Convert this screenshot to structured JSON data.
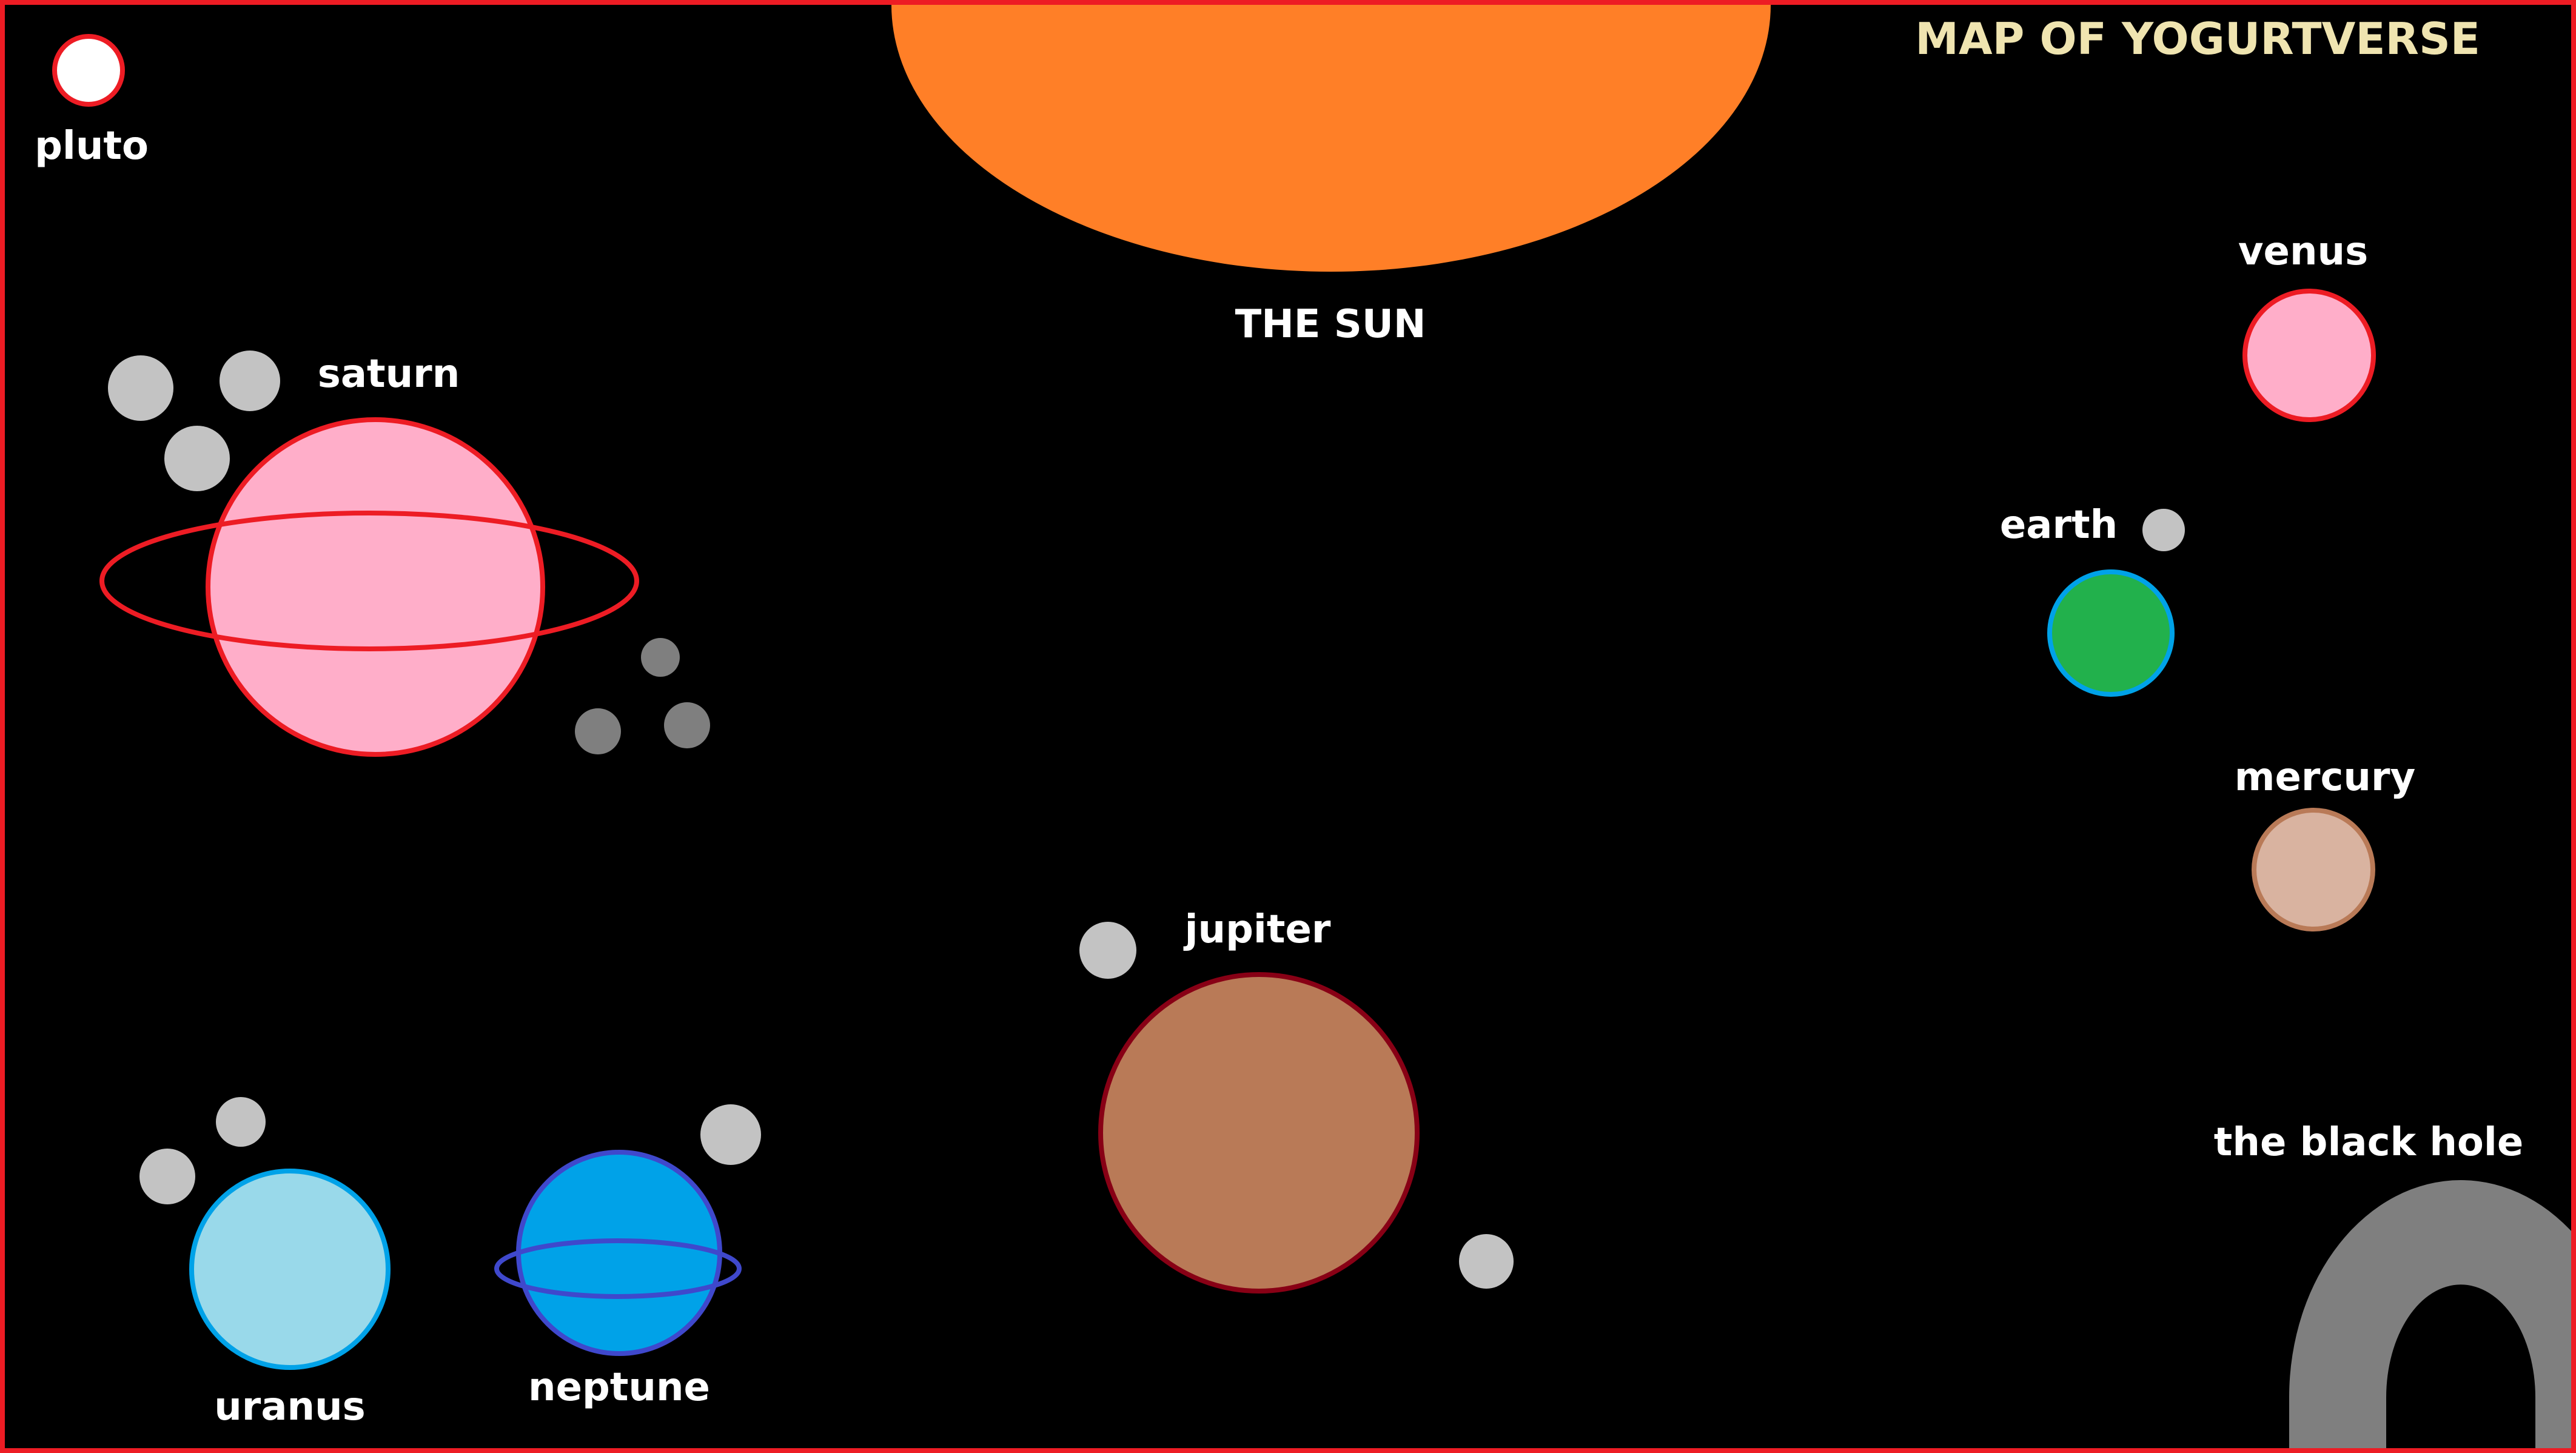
{
  "title": "MAP OF YOGURTVERSE",
  "colors": {
    "background": "#000000",
    "frame": "#ed1c24",
    "title": "#efe4b0",
    "label": "#ffffff",
    "moon_light": "#c3c3c3",
    "moon_dark": "#7f7f7f"
  },
  "bodies": {
    "sun": {
      "label": "THE SUN",
      "fill": "#ff7f27"
    },
    "pluto": {
      "label": "pluto",
      "fill": "#ffffff",
      "stroke": "#ed1c24"
    },
    "saturn": {
      "label": "saturn",
      "fill": "#ffaec9",
      "stroke": "#ed1c24",
      "ring_color": "#ed1c24",
      "moons": 6
    },
    "venus": {
      "label": "venus",
      "fill": "#ffaec9",
      "stroke": "#ed1c24"
    },
    "earth": {
      "label": "earth",
      "fill": "#22b14c",
      "stroke": "#00a2e8",
      "moons": 1
    },
    "mercury": {
      "label": "mercury",
      "fill": "#d9b3a0",
      "stroke": "#b97a57"
    },
    "jupiter": {
      "label": "jupiter",
      "fill": "#b97a57",
      "stroke": "#880015",
      "moons": 2
    },
    "uranus": {
      "label": "uranus",
      "fill": "#99d9ea",
      "stroke": "#00a2e8",
      "moons": 2
    },
    "neptune": {
      "label": "neptune",
      "fill": "#00a2e8",
      "stroke": "#3f48cc",
      "ring_color": "#3f48cc",
      "moons": 1
    },
    "black_hole": {
      "label": "the black hole",
      "fill": "#7f7f7f"
    }
  }
}
